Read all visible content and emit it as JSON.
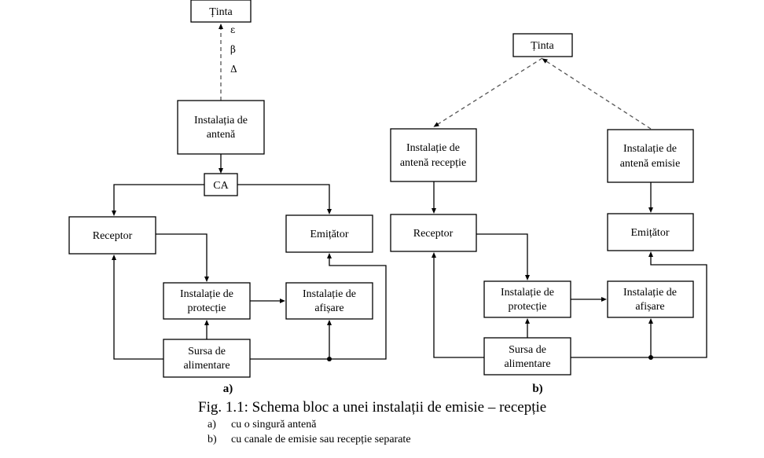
{
  "diagram_a": {
    "label": "a)",
    "target": "Ținta",
    "signal_symbols": [
      "ε",
      "β",
      "Δ"
    ],
    "antenna": [
      "Instalația de",
      "antenă"
    ],
    "switch": "CA",
    "receiver": "Receptor",
    "transmitter": "Emițător",
    "protection": [
      "Instalație de",
      "protecție"
    ],
    "display": [
      "Instalație de",
      "afișare"
    ],
    "power": [
      "Sursa de",
      "alimentare"
    ]
  },
  "diagram_b": {
    "label": "b)",
    "target": "Ținta",
    "rx_antenna": [
      "Instalație de",
      "antenă recepție"
    ],
    "tx_antenna": [
      "Instalație de",
      "antenă emisie"
    ],
    "receiver": "Receptor",
    "transmitter": "Emițător",
    "protection": [
      "Instalație de",
      "protecție"
    ],
    "display": [
      "Instalație de",
      "afișare"
    ],
    "power": [
      "Sursa de",
      "alimentare"
    ]
  },
  "caption": {
    "title": "Fig. 1.1: Schema bloc a unei instalații de emisie – recepție",
    "items": [
      {
        "marker": "a)",
        "text": "cu o singură antenă"
      },
      {
        "marker": "b)",
        "text": "cu canale de emisie sau recepție separate"
      }
    ]
  }
}
